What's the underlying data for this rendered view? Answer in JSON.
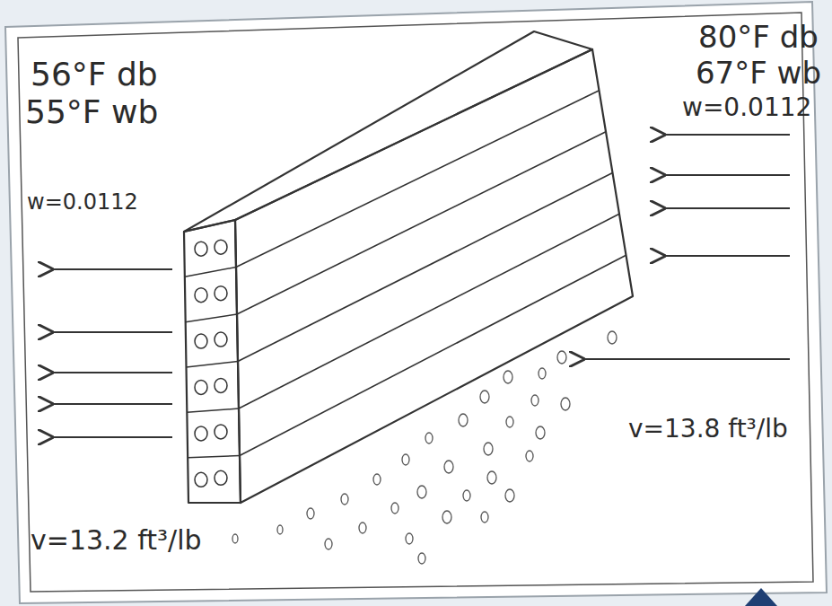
{
  "diagram": {
    "labels": [
      "56°F db",
      "55°F wb",
      "w=0.0112",
      "80°F db",
      "67°F wb",
      "w=0.0112",
      "v=13.8 ft³/lb",
      "v=13.2 ft³/lb"
    ]
  }
}
